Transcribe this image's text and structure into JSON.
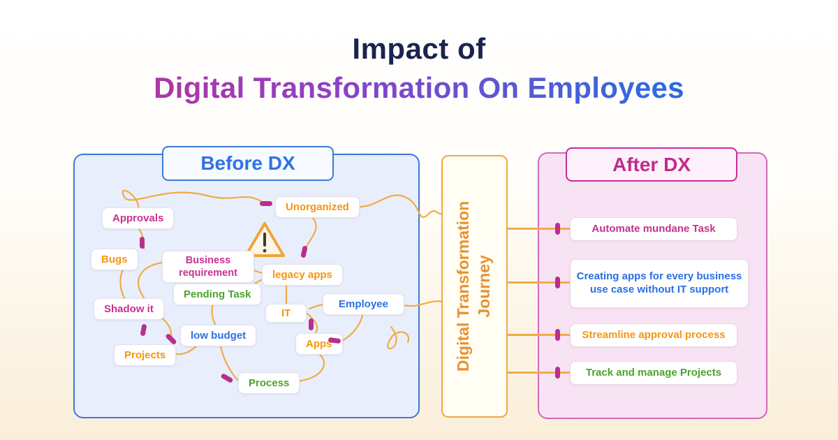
{
  "title": {
    "line1": "Impact of",
    "line2": "Digital Transformation On Employees"
  },
  "before_panel": {
    "header": "Before DX",
    "items": [
      {
        "label": "Approvals",
        "color": "#c9308f"
      },
      {
        "label": "Unorganized",
        "color": "#f5950f"
      },
      {
        "label": "Bugs",
        "color": "#f5950f"
      },
      {
        "label": "Business requirement",
        "color": "#c9308f"
      },
      {
        "label": "legacy apps",
        "color": "#f5950f"
      },
      {
        "label": "Pending Task",
        "color": "#4ca32c"
      },
      {
        "label": "Shadow it",
        "color": "#c9308f"
      },
      {
        "label": "Employee",
        "color": "#2b6fe3"
      },
      {
        "label": "IT",
        "color": "#f5950f"
      },
      {
        "label": "low budget",
        "color": "#2b6fe3"
      },
      {
        "label": "Projects",
        "color": "#f5950f"
      },
      {
        "label": "Apps",
        "color": "#f5950f"
      },
      {
        "label": "Process",
        "color": "#4ca32c"
      }
    ],
    "warning_glyph": "!"
  },
  "journey_bar": {
    "line1": "Digital Transformation",
    "line2": "Journey"
  },
  "after_panel": {
    "header": "After DX",
    "items": [
      {
        "label": "Automate mundane Task",
        "color": "#c9308f"
      },
      {
        "label": "Creating apps for every business use case without IT support",
        "color": "#2b6fe3"
      },
      {
        "label": "Streamline approval process",
        "color": "#f5950f"
      },
      {
        "label": "Track and manage Projects",
        "color": "#4ca32c"
      }
    ]
  },
  "colors": {
    "title_navy": "#1b2350",
    "title_gradient_start": "#c92d88",
    "title_gradient_end": "#1565e8",
    "before_border": "#3c79d6",
    "after_border": "#d06ab8",
    "journey_border": "#f0a93c",
    "journey_text": "#e8922f",
    "scribble_line": "#f2ab45",
    "dash_marker": "#b82f90"
  }
}
